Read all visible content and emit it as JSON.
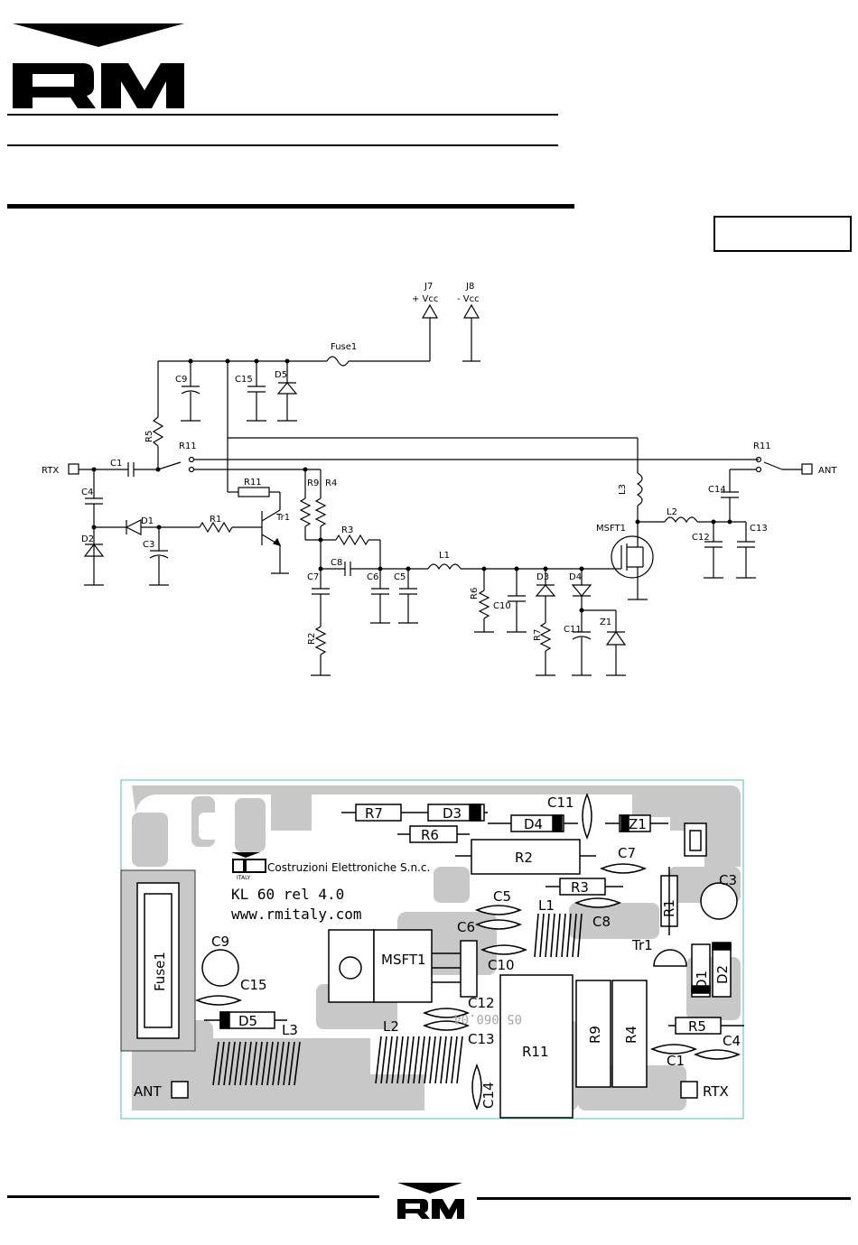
{
  "header": {
    "logo_text": "RM"
  },
  "footer": {
    "logo_text": "RM"
  },
  "schematic": {
    "labels": {
      "j7": "J7",
      "j8": "J8",
      "vcc_pos": "+ Vcc",
      "vcc_neg": "- Vcc",
      "fuse": "Fuse1",
      "c9": "C9",
      "c15": "C15",
      "d5": "D5",
      "r5": "R5",
      "r11_left": "R11",
      "r11_right": "R11",
      "r11_mid": "R11",
      "rtx": "RTX",
      "ant": "ANT",
      "c1": "C1",
      "c4": "C4",
      "d2": "D2",
      "d1": "D1",
      "c3": "C3",
      "r1": "R1",
      "tr1": "Tr1",
      "r9": "R9",
      "r4": "R4",
      "r3": "R3",
      "c7": "C7",
      "c8": "C8",
      "c6": "C6",
      "c5": "C5",
      "r2": "R2",
      "l1": "L1",
      "r6": "R6",
      "c10": "C10",
      "d3": "D3",
      "d4": "D4",
      "r7": "R7",
      "c11": "C11",
      "z1": "Z1",
      "l3": "L3",
      "msft1": "MSFT1",
      "l2": "L2",
      "c14": "C14",
      "c12": "C12",
      "c13": "C13"
    }
  },
  "pcb": {
    "company": "Costruzioni Elettroniche S.n.c.",
    "logo_text": "RM",
    "logo_sub": "ITALY",
    "title": "KL 60 rel 4.0",
    "url": "www.rmitaly.com",
    "labels": {
      "r7": "R7",
      "d3": "D3",
      "r6": "R6",
      "d4": "D4",
      "c11": "C11",
      "z1": "Z1",
      "r2": "R2",
      "c7": "C7",
      "c3": "C3",
      "r3": "R3",
      "c5": "C5",
      "l1": "L1",
      "c6": "C6",
      "c8": "C8",
      "r1": "R1",
      "c9": "C9",
      "fuse1": "Fuse1",
      "msft1": "MSFT1",
      "c10": "C10",
      "tr1": "Tr1",
      "d1": "D1",
      "d2": "D2",
      "c15": "C15",
      "c12": "C12",
      "d5": "D5",
      "l3": "L3",
      "l2": "L2",
      "c13": "C13",
      "r11": "R11",
      "r9": "R9",
      "r4": "R4",
      "r5": "R5",
      "c1": "C1",
      "c4": "C4",
      "ant": "ANT",
      "rtx": "RTX",
      "c14": "C14",
      "mirror": "05 060.04"
    }
  }
}
